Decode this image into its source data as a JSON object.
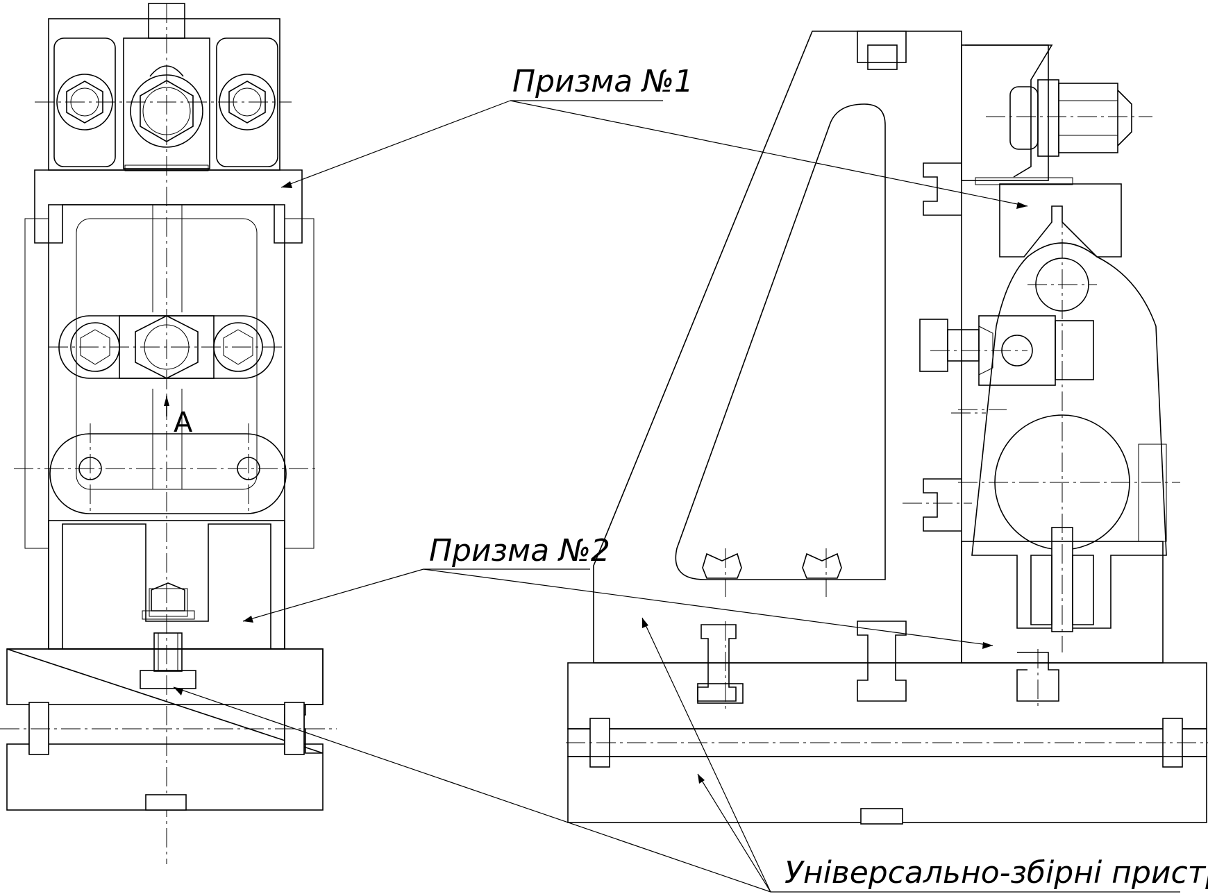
{
  "labels": {
    "prism1": "Призма №1",
    "prism2": "Призма №2",
    "view_a": "A",
    "fixtures": "Універсально-збірні пристрої"
  }
}
